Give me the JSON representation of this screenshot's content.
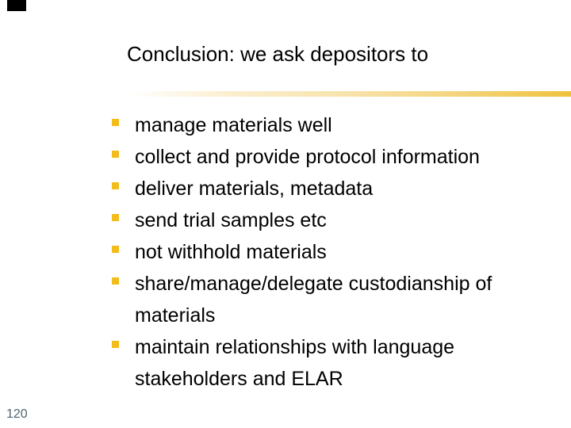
{
  "slide": {
    "title": "Conclusion: we ask depositors to",
    "bullets": [
      "manage materials well",
      "collect and provide protocol information",
      "deliver materials, metadata",
      "send trial samples etc",
      "not withhold materials",
      "share/manage/delegate custodianship of materials",
      "maintain relationships with language stakeholders and ELAR"
    ],
    "page_number": "120"
  },
  "colors": {
    "accent_gold": "#F2BC1B",
    "bar_gold": "#EFC23E",
    "corner_mark": "#000000",
    "page_number_color": "#4F6472"
  }
}
